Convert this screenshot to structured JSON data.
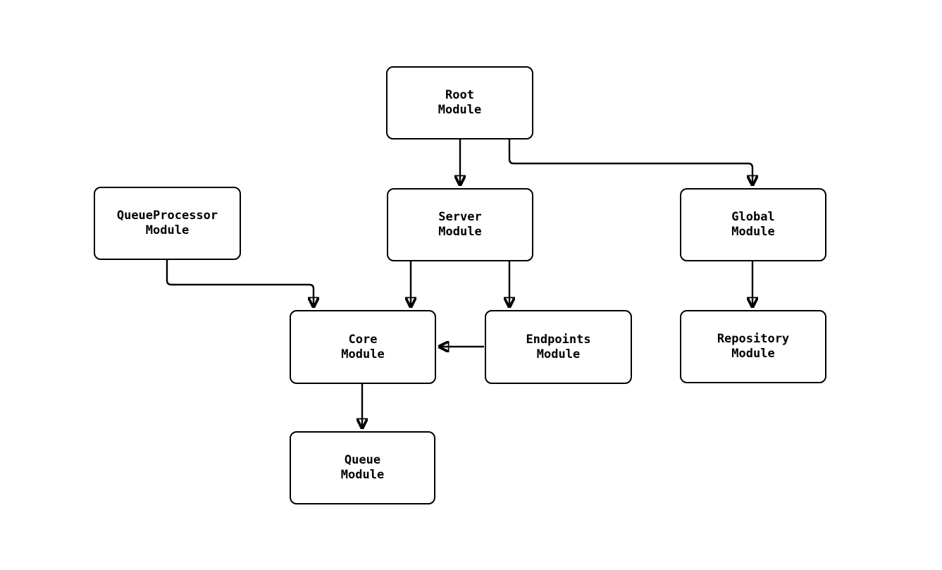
{
  "diagram": {
    "type": "module-dependency-flowchart",
    "background_color": "#ffffff",
    "node_fill_color": "#ffffff",
    "node_border_color": "#000000",
    "edge_color": "#000000",
    "nodes": [
      {
        "id": "root",
        "label": "Root\nModule"
      },
      {
        "id": "queueprocessor",
        "label": "QueueProcessor\nModule"
      },
      {
        "id": "server",
        "label": "Server\nModule"
      },
      {
        "id": "global",
        "label": "Global\nModule"
      },
      {
        "id": "core",
        "label": "Core\nModule"
      },
      {
        "id": "endpoints",
        "label": "Endpoints\nModule"
      },
      {
        "id": "repository",
        "label": "Repository\nModule"
      },
      {
        "id": "queue",
        "label": "Queue\nModule"
      }
    ],
    "edges": [
      {
        "from": "root",
        "to": "server"
      },
      {
        "from": "root",
        "to": "global"
      },
      {
        "from": "queueprocessor",
        "to": "core"
      },
      {
        "from": "server",
        "to": "core"
      },
      {
        "from": "server",
        "to": "endpoints"
      },
      {
        "from": "endpoints",
        "to": "core"
      },
      {
        "from": "global",
        "to": "repository"
      },
      {
        "from": "core",
        "to": "queue"
      }
    ]
  }
}
